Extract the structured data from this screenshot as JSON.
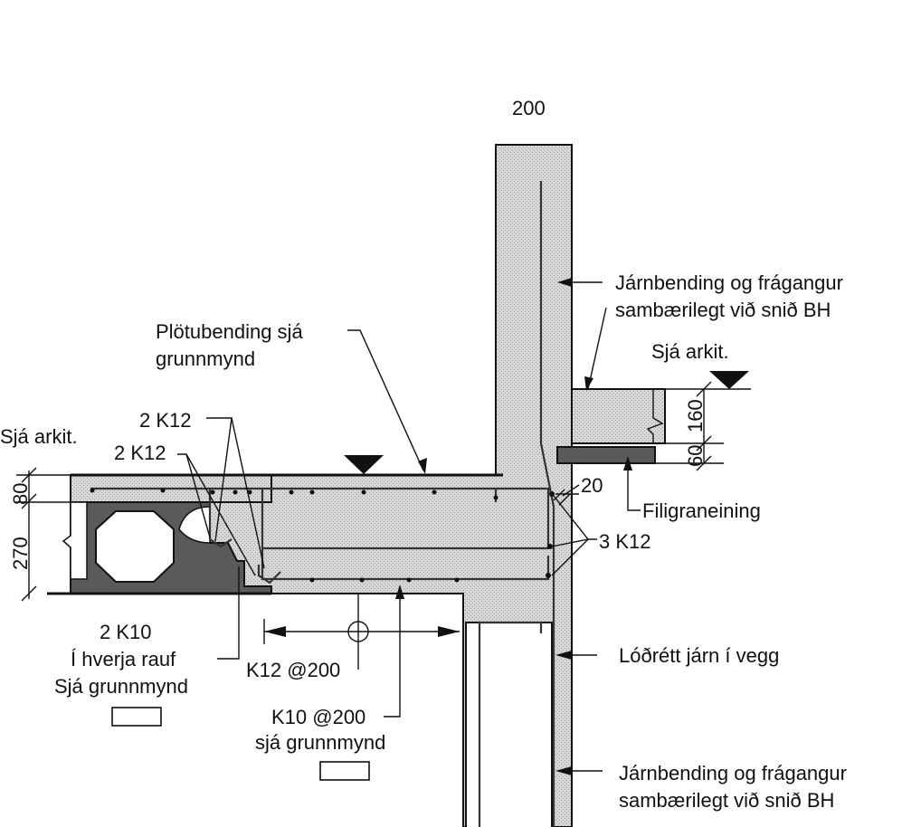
{
  "labels": {
    "top_dim": "200",
    "note_top_right_1": "Járnbending og frágangur",
    "note_top_right_2": "sambærilegt við snið BH",
    "arkit_right": "Sjá arkit.",
    "arkit_left": "Sjá arkit.",
    "plotubending_1": "Plötubending sjá",
    "plotubending_2": "grunnmynd",
    "bar_2k12_a": "2 K12",
    "bar_2k12_b": "2 K12",
    "dim_160": "160",
    "dim_60": "60",
    "dim_20": "20",
    "dim_80": "80",
    "dim_270": "270",
    "filigran": "Filigraneining",
    "bars_3k12": "3 K12",
    "bar_2k10": "2 K10",
    "hverja_rauf": "Í hverja rauf",
    "sja_grunnmynd_left": "Sjá grunnmynd",
    "k12_200": "K12 @200",
    "k10_200": "K10 @200",
    "sja_grunnmynd_mid": "sjá grunnmynd",
    "lodrett": "Lóðrétt járn í vegg",
    "note_bottom_right_1": "Járnbending og frágangur",
    "note_bottom_right_2": "sambærilegt við snið BH"
  }
}
